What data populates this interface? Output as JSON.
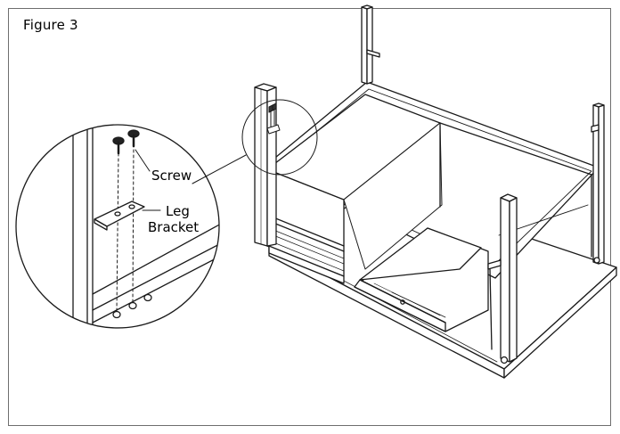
{
  "figure": {
    "title": "Figure 3"
  },
  "callouts": {
    "screw": "Screw",
    "leg_bracket_line1": "Leg",
    "leg_bracket_line2": "Bracket"
  }
}
